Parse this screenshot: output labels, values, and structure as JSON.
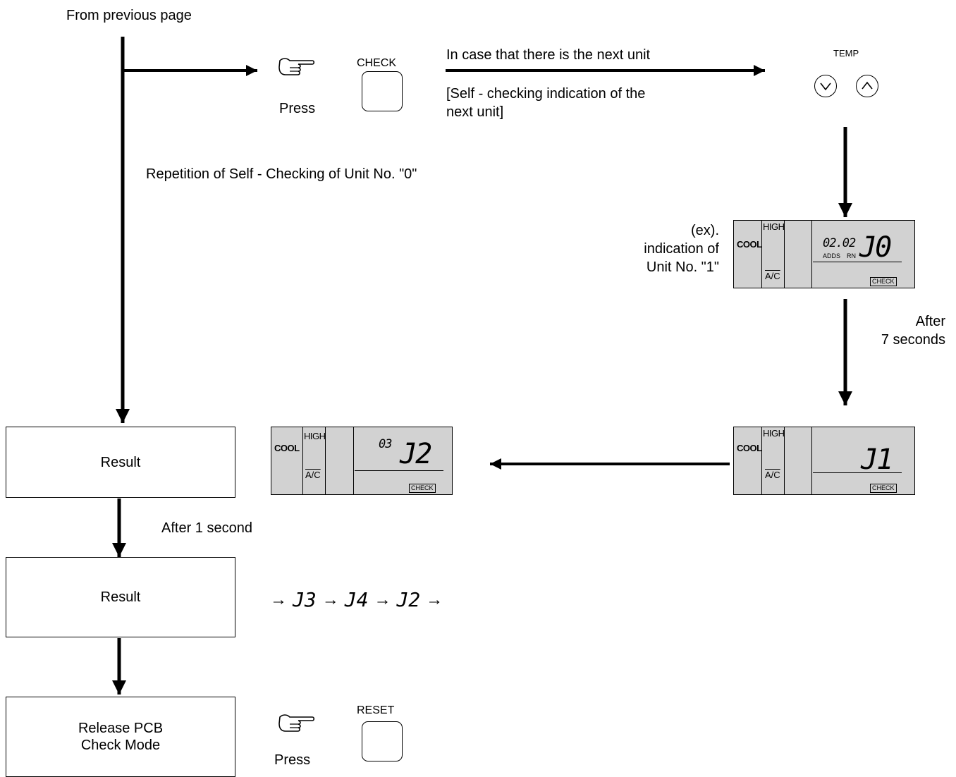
{
  "top_label": "From previous page",
  "press_label_1": "Press",
  "check_button": "CHECK",
  "next_unit_line": "In case that there is the next unit",
  "self_check_line1": "[Self - checking indication of the",
  "self_check_line2": "next unit]",
  "temp_label": "TEMP",
  "repetition": "Repetition of Self - Checking of Unit No. \"0\"",
  "example_line1": "(ex).",
  "example_line2": "indication of",
  "example_line3": "Unit No. \"1\"",
  "after7_line1": "After",
  "after7_line2": "7 seconds",
  "after1": "After 1 second",
  "result_1": "Result",
  "result_2": "Result",
  "release_line1": "Release PCB",
  "release_line2": "Check Mode",
  "press_label_2": "Press",
  "reset_button": "RESET",
  "sequence": {
    "arrow": "→",
    "codes": [
      "J3",
      "J4",
      "J2"
    ]
  },
  "lcd_top": {
    "mode": "COOL",
    "fan": "HIGH",
    "ac": "A/C",
    "small_digits": "02.02",
    "sub_left": "ADDS",
    "sub_right": "RN",
    "code": "J0",
    "check": "CHECK"
  },
  "lcd_mid": {
    "mode": "COOL",
    "fan": "HIGH",
    "ac": "A/C",
    "code": "J1",
    "check": "CHECK"
  },
  "lcd_left": {
    "mode": "COOL",
    "fan": "HIGH",
    "ac": "A/C",
    "small_digits": "03",
    "code": "J2",
    "check": "CHECK"
  }
}
